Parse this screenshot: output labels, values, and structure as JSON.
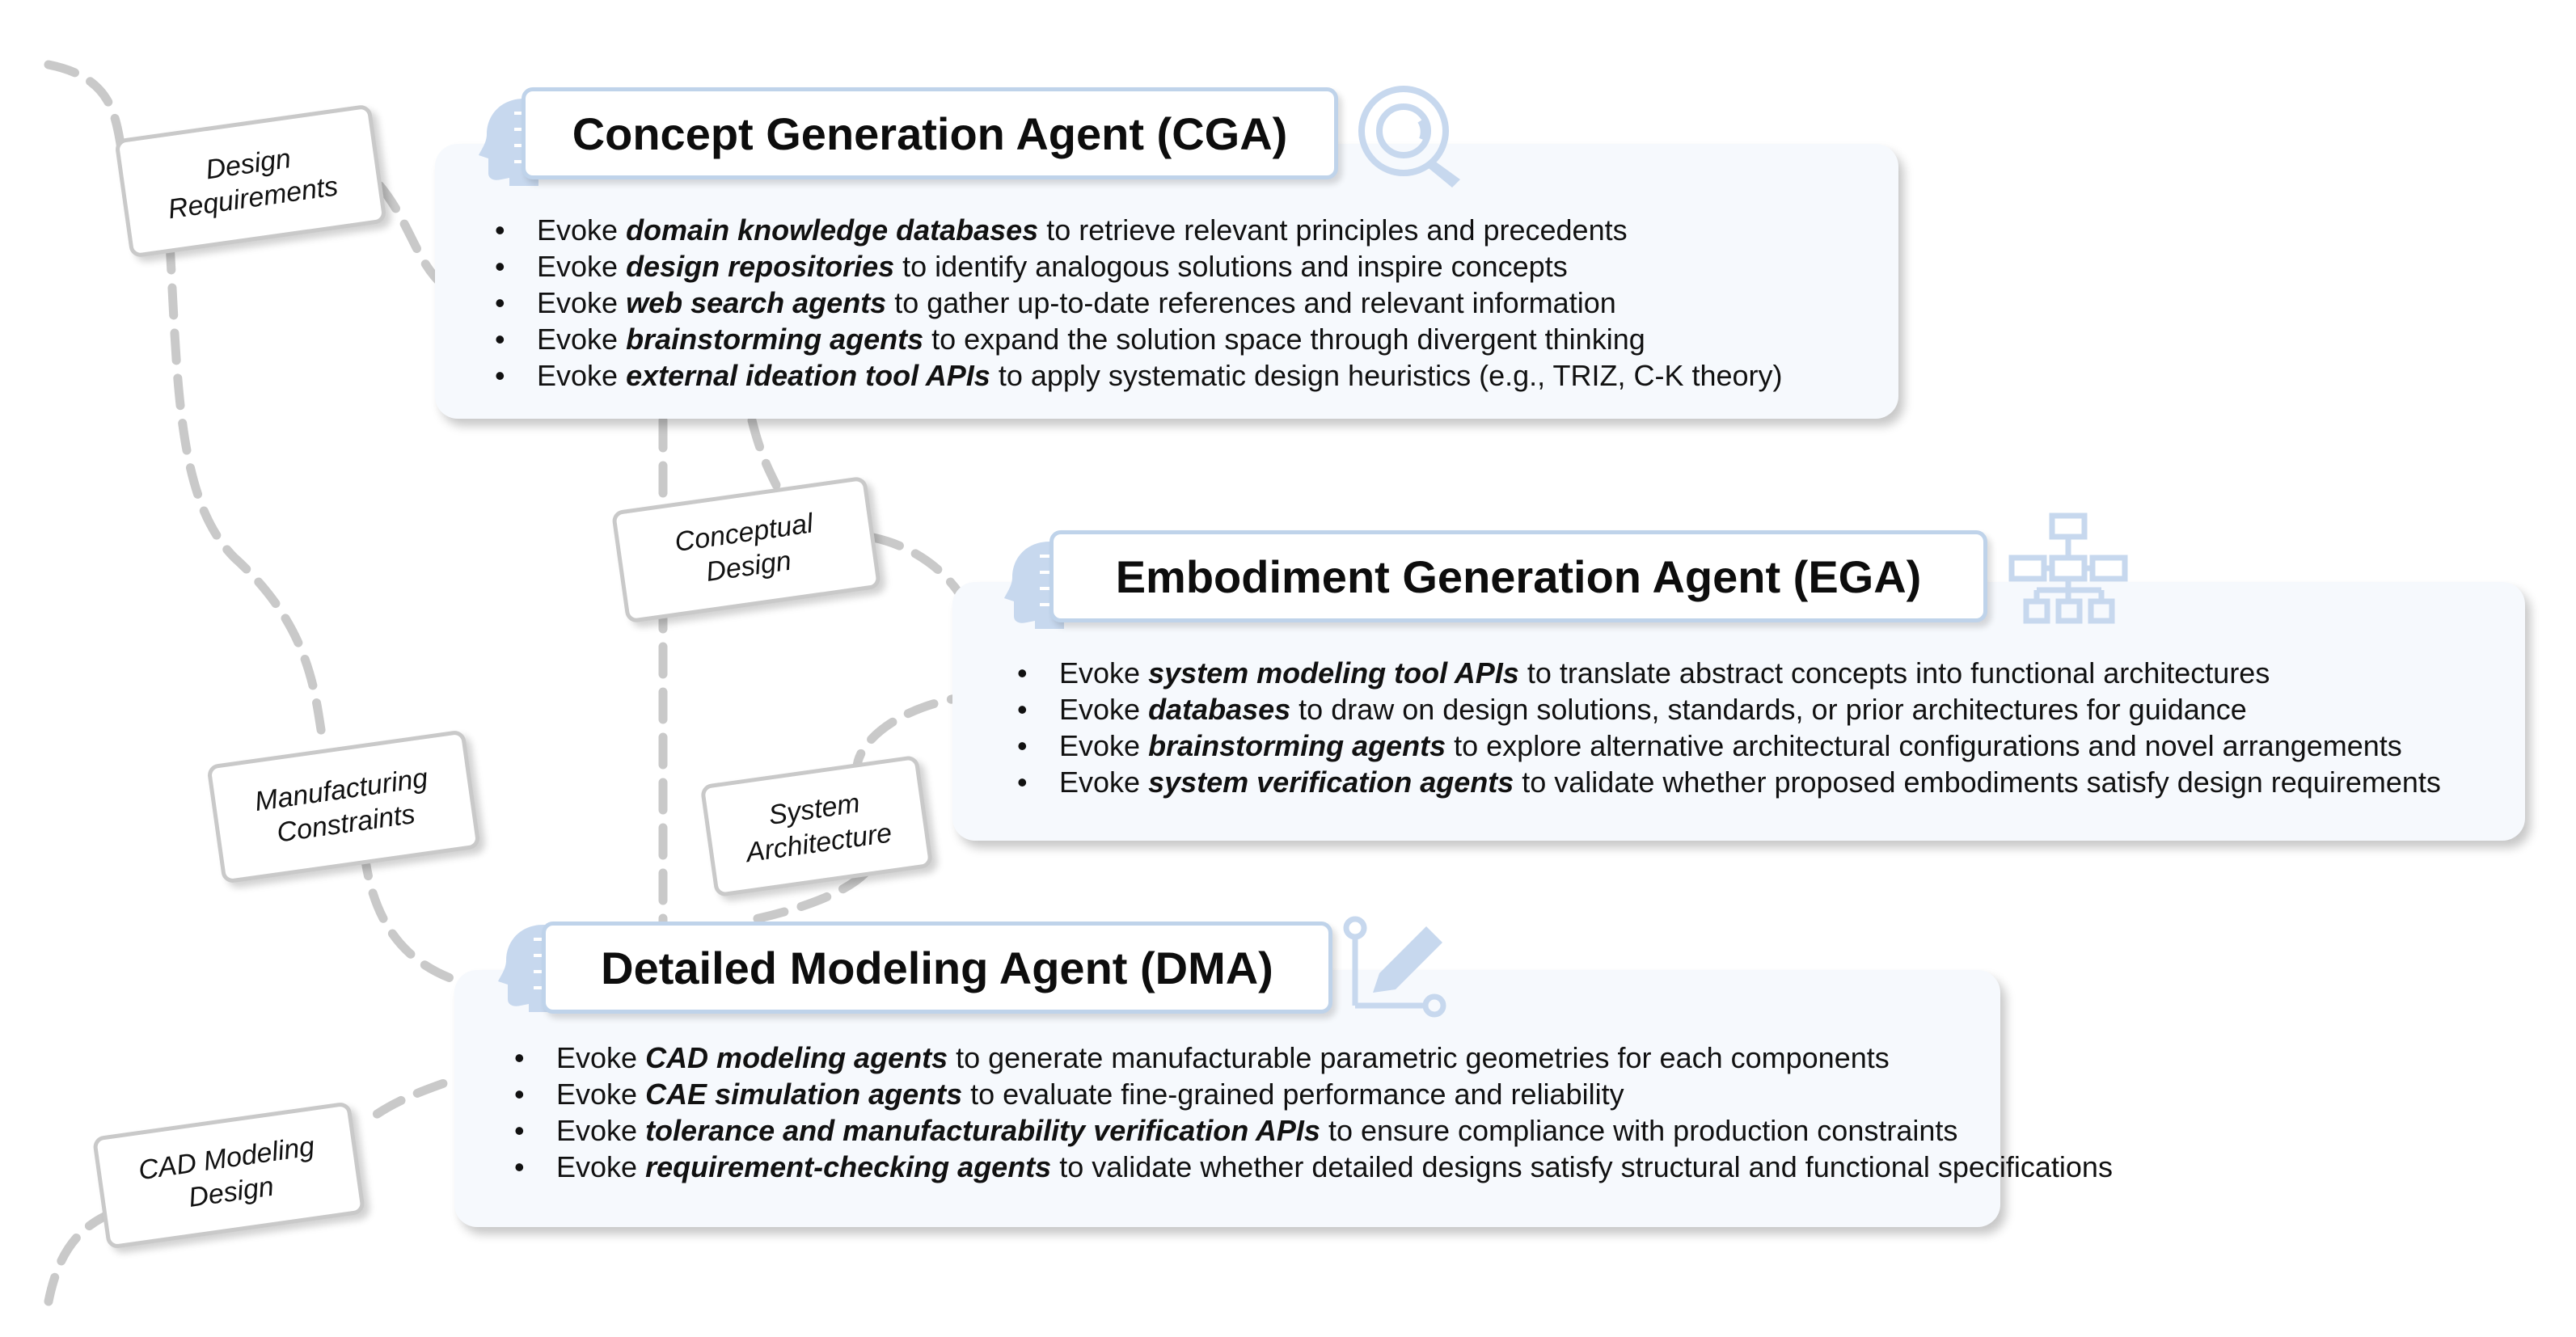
{
  "agents": {
    "cga": {
      "title": "Concept Generation Agent (CGA)",
      "icon": "magnifier-icon",
      "items": [
        {
          "prefix": "Evoke ",
          "bold": "domain knowledge databases",
          "rest": " to retrieve relevant principles and precedents"
        },
        {
          "prefix": "Evoke ",
          "bold": "design repositories",
          "rest": " to identify analogous solutions and inspire concepts"
        },
        {
          "prefix": "Evoke ",
          "bold": "web search agents",
          "rest": " to gather up-to-date references and relevant information"
        },
        {
          "prefix": "Evoke ",
          "bold": "brainstorming agents",
          "rest": " to expand the solution space through divergent thinking"
        },
        {
          "prefix": "Evoke ",
          "bold": "external ideation tool APIs",
          "rest": " to apply systematic design heuristics (e.g., TRIZ, C-K theory)"
        }
      ]
    },
    "ega": {
      "title": "Embodiment Generation Agent (EGA)",
      "icon": "hierarchy-icon",
      "items": [
        {
          "prefix": "Evoke ",
          "bold": "system modeling tool APIs",
          "rest": " to translate abstract concepts into functional architectures"
        },
        {
          "prefix": "Evoke ",
          "bold": "databases",
          "rest": " to draw on design solutions, standards, or prior architectures for guidance"
        },
        {
          "prefix": "Evoke ",
          "bold": "brainstorming agents",
          "rest": " to explore alternative architectural configurations and novel arrangements"
        },
        {
          "prefix": "Evoke ",
          "bold": "system verification agents",
          "rest": " to validate whether proposed embodiments satisfy design requirements"
        }
      ]
    },
    "dma": {
      "title": "Detailed Modeling Agent (DMA)",
      "icon": "pencil-ruler-icon",
      "items": [
        {
          "prefix": "Evoke ",
          "bold": "CAD modeling agents",
          "rest": " to generate manufacturable parametric geometries for each components"
        },
        {
          "prefix": "Evoke ",
          "bold": "CAE simulation agents",
          "rest": " to evaluate fine-grained performance and reliability"
        },
        {
          "prefix": "Evoke ",
          "bold": "tolerance and manufacturability verification APIs",
          "rest": " to ensure compliance with production constraints"
        },
        {
          "prefix": "Evoke ",
          "bold": "requirement-checking agents",
          "rest": " to validate whether detailed designs satisfy structural and functional specifications"
        }
      ]
    }
  },
  "labels": {
    "design_requirements": [
      "Design",
      "Requirements"
    ],
    "conceptual_design": [
      "Conceptual",
      "Design"
    ],
    "manufacturing_constraints": [
      "Manufacturing",
      "Constraints"
    ],
    "system_architecture": [
      "System",
      "Architecture"
    ],
    "cad_modeling_design": [
      "CAD Modeling",
      "Design"
    ]
  },
  "colors": {
    "accent": "#bfd3ea",
    "icon": "#c7d8ee",
    "panel": "#f6f9fd",
    "connector": "#c9c9c9"
  }
}
